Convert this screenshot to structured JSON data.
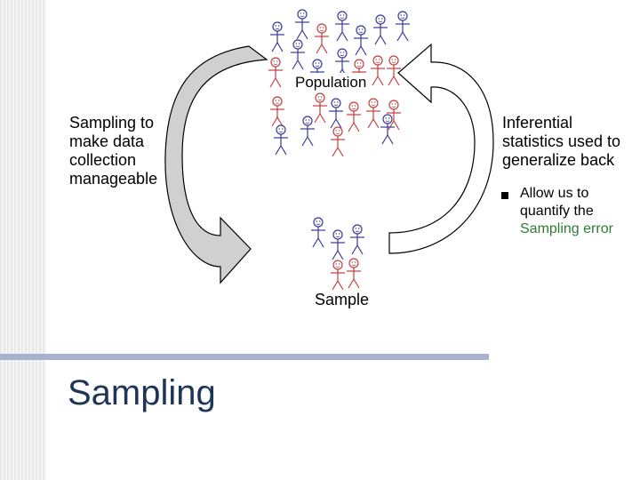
{
  "slide": {
    "title": "Sampling"
  },
  "diagram": {
    "population_label": "Population",
    "sample_label": "Sample",
    "left_text": [
      "Sampling to",
      "make data",
      "collection",
      "manageable"
    ],
    "right_text": [
      "Inferential",
      "statistics used to",
      "generalize back"
    ],
    "bullet": {
      "line1": "Allow us to",
      "line2": "quantify the",
      "highlight": "Sampling error"
    }
  },
  "colors": {
    "title": "#1d3557",
    "divider": "#a8b3cf",
    "arrow_fill": "#d0d0d0",
    "figure_blue": "#3a3a9a",
    "figure_red": "#c04040",
    "highlight_text": "#2e7d32"
  }
}
